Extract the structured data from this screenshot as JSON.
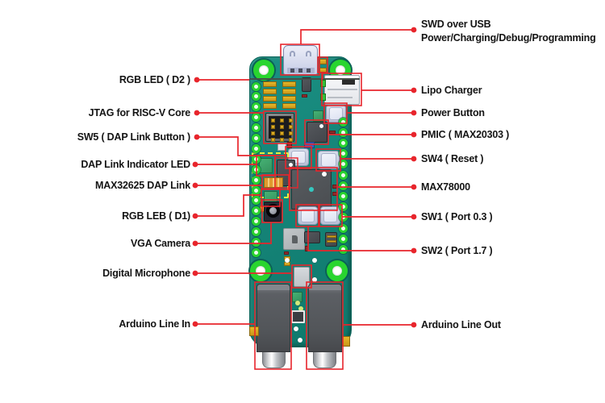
{
  "diagram": {
    "type": "hardware-callout-diagram",
    "subject": "MAX78000 feather development board, top view with component callouts",
    "background": "#ffffff"
  },
  "colors": {
    "wire_red": "#e8252c",
    "board_teal": "#14837a",
    "pad_gold": "#d9a61f",
    "hole_green": "#29d22f",
    "chip_dark": "#4a4e54",
    "chip_green": "#3fa468",
    "button_face": "#e7eaf6",
    "dash_yellow": "#e8ef3a"
  },
  "callouts": {
    "left": [
      {
        "id": "rgb-led-d2",
        "label": "RGB LED ( D2 )"
      },
      {
        "id": "jtag-riscv",
        "label": "JTAG for RISC-V Core"
      },
      {
        "id": "sw5",
        "label": "SW5 ( DAP Link Button )"
      },
      {
        "id": "dap-link-led",
        "label": "DAP Link Indicator LED"
      },
      {
        "id": "max32625",
        "label": "MAX32625 DAP Link"
      },
      {
        "id": "rgb-led-d1",
        "label": "RGB LEB ( D1)"
      },
      {
        "id": "vga-camera",
        "label": "VGA Camera"
      },
      {
        "id": "digital-mic",
        "label": "Digital Microphone"
      },
      {
        "id": "line-in",
        "label": "Arduino Line In"
      }
    ],
    "right": [
      {
        "id": "swd-usb",
        "label": "SWD over USB\nPower/Charging/Debug/Programming"
      },
      {
        "id": "lipo",
        "label": "Lipo Charger"
      },
      {
        "id": "power-button",
        "label": "Power Button"
      },
      {
        "id": "pmic",
        "label": "PMIC ( MAX20303 )"
      },
      {
        "id": "sw4",
        "label": "SW4 ( Reset )"
      },
      {
        "id": "max78000",
        "label": "MAX78000"
      },
      {
        "id": "sw1",
        "label": "SW1 ( Port 0.3 )"
      },
      {
        "id": "sw2",
        "label": "SW2 ( Port 1.7 )"
      },
      {
        "id": "line-out",
        "label": "Arduino Line Out"
      }
    ]
  }
}
